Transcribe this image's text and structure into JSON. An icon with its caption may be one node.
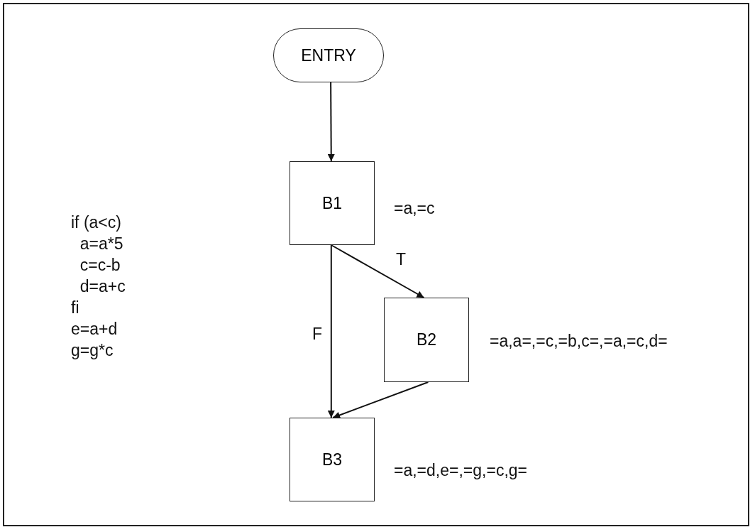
{
  "diagram": {
    "nodes": [
      {
        "text": [
          "ENTRY"
        ]
      },
      {
        "text": [
          "B1"
        ],
        "beside": [
          "=a,=c"
        ]
      },
      {
        "text": [
          "B2"
        ],
        "beside": [
          "=a,a=,=c,=b,c=,=a,=c,d="
        ]
      },
      {
        "text": [
          "B3"
        ],
        "beside": [
          "=a,=d,e=,=g,=c,g="
        ]
      }
    ],
    "edges": [
      {
        "from": 0,
        "to": 1,
        "arrow": "to"
      },
      {
        "from": 1,
        "to": 2,
        "arrow": "to",
        "label": "T"
      },
      {
        "from": 1,
        "to": 3,
        "arrow": "to",
        "label": "F"
      },
      {
        "from": 2,
        "to": 3,
        "arrow": "to"
      }
    ],
    "labels": [
      "if (a<c)",
      "  a=a*5",
      "  c=c-b",
      "  d=a+c",
      "fi",
      "e=a+d",
      "g=g*c"
    ]
  }
}
